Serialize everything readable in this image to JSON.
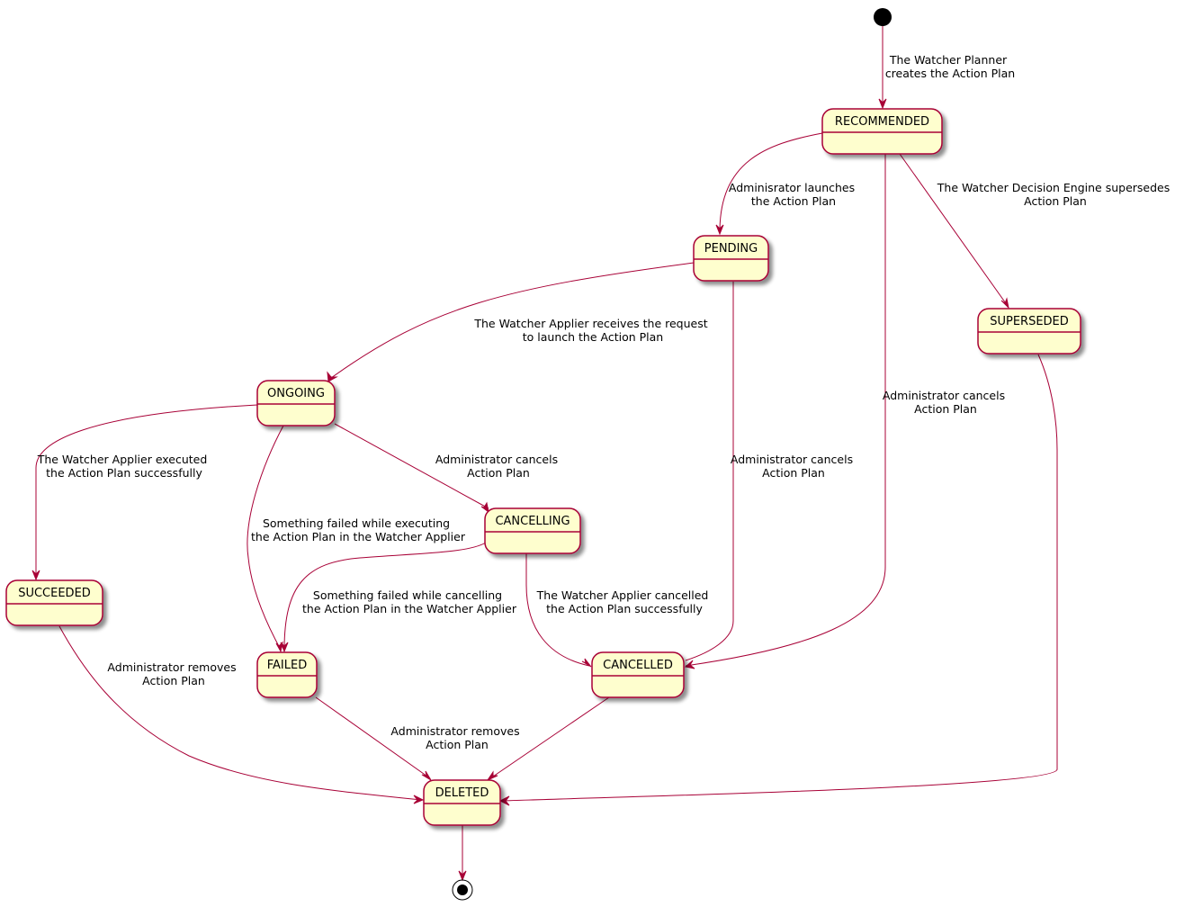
{
  "colors": {
    "state_fill": "#FEFECE",
    "state_border": "#A80036",
    "edge": "#A80036",
    "shadow": "#C8C8C8"
  },
  "states": {
    "recommended": "RECOMMENDED",
    "pending": "PENDING",
    "superseded": "SUPERSEDED",
    "ongoing": "ONGOING",
    "cancelling": "CANCELLING",
    "succeeded": "SUCCEEDED",
    "failed": "FAILED",
    "cancelled": "CANCELLED",
    "deleted": "DELETED"
  },
  "transitions": {
    "start_to_recommended": [
      "The Watcher Planner",
      "creates the Action Plan"
    ],
    "recommended_to_pending": [
      "Adminisrator launches",
      "the Action Plan"
    ],
    "recommended_to_superseded": [
      "The Watcher Decision Engine supersedes",
      "Action Plan"
    ],
    "recommended_to_cancelled": [
      "Administrator cancels",
      "Action Plan"
    ],
    "pending_to_ongoing": [
      "The Watcher Applier receives the request",
      "to launch the Action Plan"
    ],
    "pending_to_cancelled": [
      "Administrator cancels",
      "Action Plan"
    ],
    "ongoing_to_succeeded": [
      "The Watcher Applier executed",
      "the Action Plan successfully"
    ],
    "ongoing_to_failed": [
      "Something failed while executing",
      "the Action Plan in the Watcher Applier"
    ],
    "ongoing_to_cancelling": [
      "Administrator cancels",
      "Action Plan"
    ],
    "cancelling_to_failed": [
      "Something failed while cancelling",
      "the Action Plan in the Watcher Applier"
    ],
    "cancelling_to_cancelled": [
      "The Watcher Applier cancelled",
      "the Action Plan successfully"
    ],
    "succeeded_to_deleted": [
      "Administrator removes",
      "Action Plan"
    ],
    "failed_to_deleted": [
      "Administrator removes",
      "Action Plan"
    ]
  }
}
